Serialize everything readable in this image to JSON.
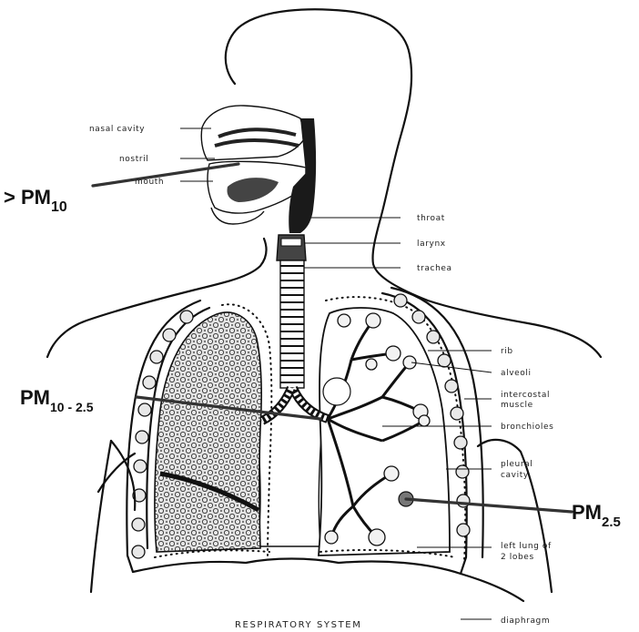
{
  "title": "RESPIRATORY SYSTEM",
  "labels": {
    "nasal_cavity": "nasal cavity",
    "nostril": "nostril",
    "mouth": "mouth",
    "throat": "throat",
    "larynx": "larynx",
    "trachea": "trachea",
    "rib": "rib",
    "alveoli": "alveoli",
    "intercostal_1": "intercostal",
    "intercostal_2": "muscle",
    "bronchioles": "bronchioles",
    "pleural_1": "pleural",
    "pleural_2": "cavity",
    "left_lung_1": "left lung of",
    "left_lung_2": "2 lobes",
    "diaphragm": "diaphragm"
  },
  "pm_labels": {
    "pm10": {
      "prefix": "> PM",
      "sub": "10"
    },
    "pm10_25": {
      "prefix": "PM",
      "sub": "10 - 2.5"
    },
    "pm25": {
      "prefix": "PM",
      "sub": "2.5"
    }
  },
  "colors": {
    "ink": "#111111",
    "lung_fill": "#cfcfcf",
    "cavity_fill": "#1a1a1a",
    "background": "#ffffff"
  }
}
